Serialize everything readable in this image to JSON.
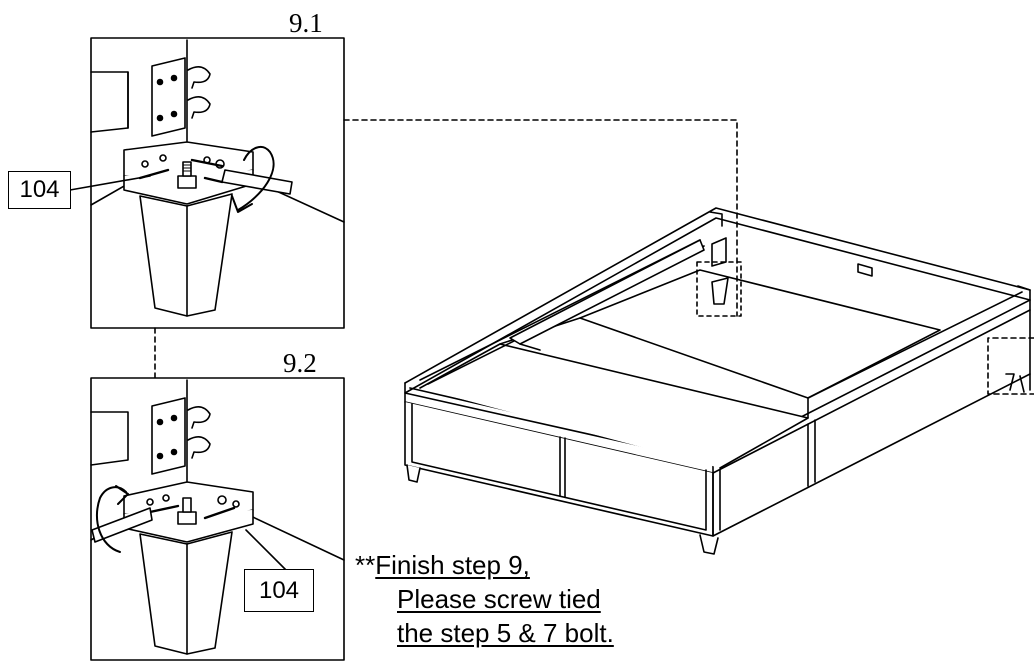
{
  "steps": {
    "detail_top": "9.1",
    "detail_bottom": "9.2"
  },
  "part_callouts": {
    "top": "104",
    "bottom": "104"
  },
  "note": {
    "stars": "**",
    "line1": "Finish step 9,",
    "line2": "Please screw tied",
    "line3": "the step 5 & 7 bolt."
  },
  "colors": {
    "ink": "#000000",
    "paper": "#ffffff"
  },
  "icons": [
    "screwdriver-icon",
    "rotation-arrow-icon",
    "leg-icon",
    "corner-bracket-icon"
  ]
}
